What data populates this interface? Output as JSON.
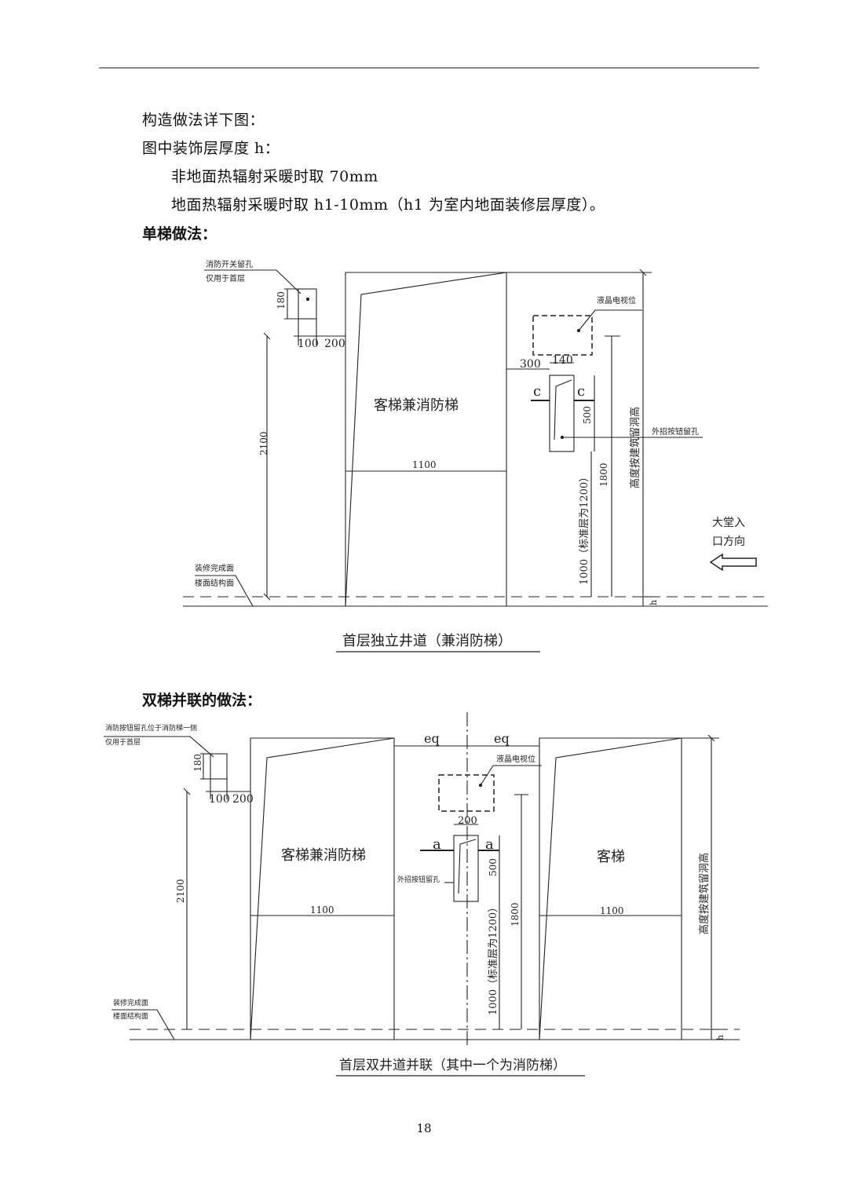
{
  "intro": {
    "line1": "构造做法详下图：",
    "line2": "图中装饰层厚度 h：",
    "line3": "非地面热辐射采暖时取 70mm",
    "line4": "地面热辐射采暖时取 h1-10mm（h1 为室内地面装修层厚度）。"
  },
  "section1": {
    "heading": "单梯做法：",
    "note_switch_line1": "消防开关留孔",
    "note_switch_line2": "仅用于首层",
    "elevator_label": "客梯兼消防梯",
    "lcd_label": "液晶电视位",
    "button_hole_label": "外招按钮留孔",
    "finish_surface": "装修完成面",
    "structure_surface": "楼面结构面",
    "dim_180": "180",
    "dim_100": "100",
    "dim_200": "200",
    "dim_2100": "2100",
    "dim_1100": "1100",
    "dim_300": "300",
    "dim_140": "140",
    "dim_500": "500",
    "dim_1800": "1800",
    "dim_1000": "1000（标准层为1200）",
    "dim_height": "高度按建筑留洞高",
    "dim_h": "h",
    "section_mark": "c",
    "lobby_line1": "大堂入",
    "lobby_line2": "口方向",
    "caption": "首层独立井道（兼消防梯）"
  },
  "section2": {
    "heading": "双梯并联的做法：",
    "note_button_line1": "消防按钮留孔位于消防梯一侧",
    "note_button_line2": "仅用于首层",
    "elevator1_label": "客梯兼消防梯",
    "elevator2_label": "客梯",
    "lcd_label": "液晶电视位",
    "button_hole_label": "外招按钮留孔",
    "finish_surface": "装修完成面",
    "structure_surface": "楼面结构面",
    "dim_eq": "eq",
    "dim_180": "180",
    "dim_100": "100",
    "dim_200": "200",
    "dim_200b": "200",
    "dim_2100": "2100",
    "dim_1100": "1100",
    "dim_500": "500",
    "dim_1800": "1800",
    "dim_1000": "1000（标准层为1200）",
    "dim_height": "高度按建筑留洞高",
    "dim_h": "h",
    "section_mark": "a",
    "caption": "首层双井道并联（其中一个为消防梯）"
  },
  "page_number": "18"
}
